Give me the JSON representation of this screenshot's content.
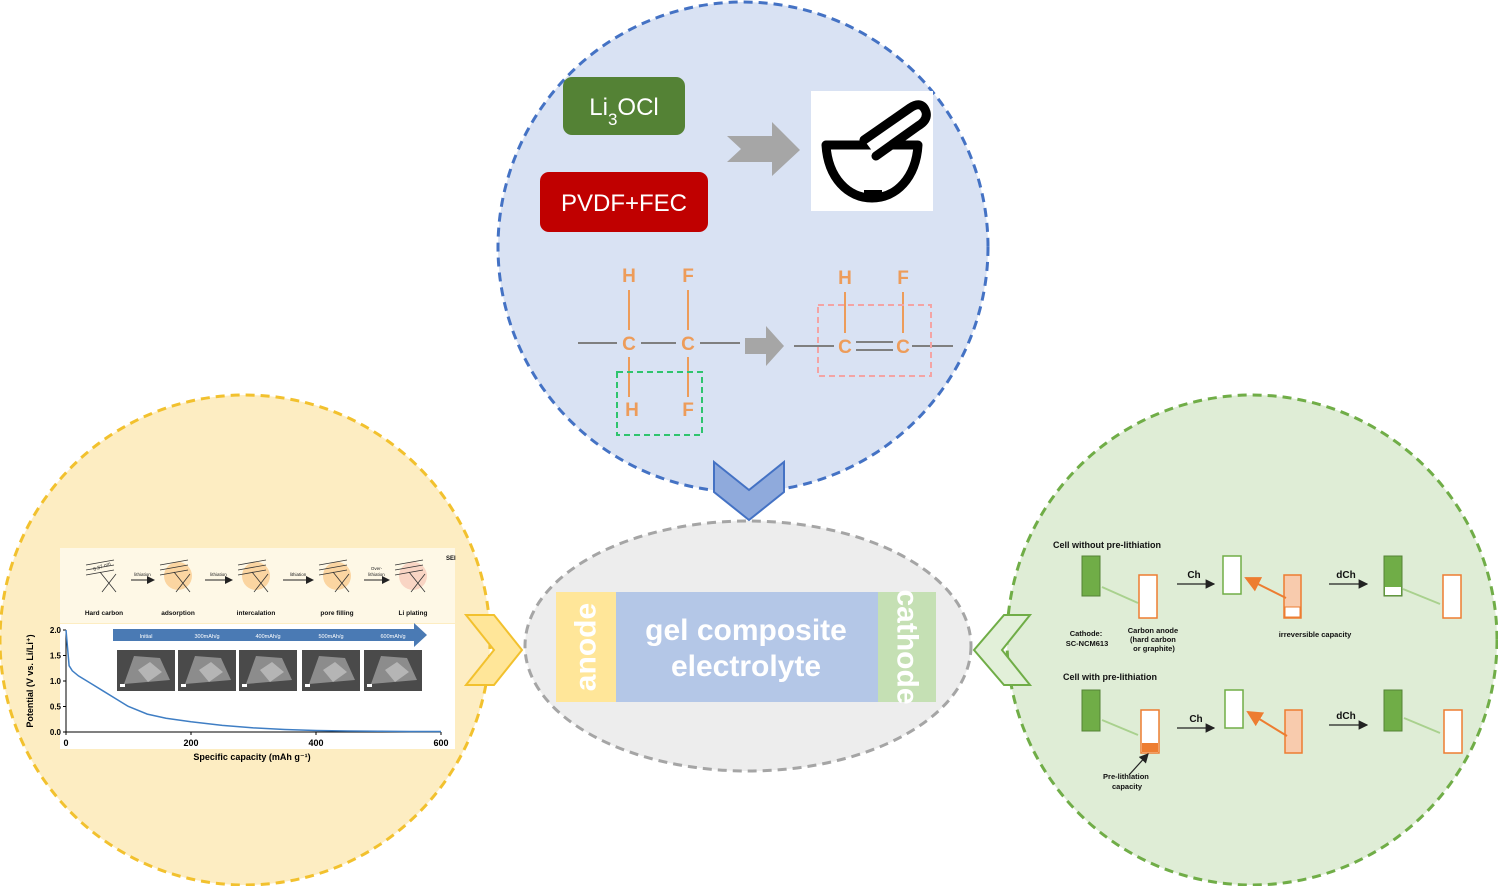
{
  "colors": {
    "blue_circle_fill": "#d9e2f3",
    "blue_circle_stroke": "#4472c4",
    "yellow_circle_fill": "#fdedc2",
    "yellow_circle_stroke": "#f2c12e",
    "green_circle_fill": "#dfedd6",
    "green_circle_stroke": "#70ad47",
    "center_fill": "#ededed",
    "center_stroke": "#a5a5a5",
    "orange": "#ed9c5a",
    "li3ocl_box": "#548235",
    "pvdf_box": "#c00000",
    "anode_bar": "#ffe699",
    "electrolyte_bar": "#b4c7e7",
    "cathode_bar": "#c5e0b4"
  },
  "synthesis": {
    "li3ocl_main": "Li",
    "li3ocl_sub": "3",
    "li3ocl_rest": "OCl",
    "pvdf_label": "PVDF+FEC",
    "mortar_icon": "mortar-and-pestle-icon",
    "atoms": {
      "h_top": "H",
      "f_top": "F",
      "c_left": "C",
      "c_right": "C",
      "h_bottom": "H",
      "f_bottom": "F",
      "h_top_product": "H",
      "f_top_product": "F",
      "c_left_product": "C",
      "c_right_product": "C"
    }
  },
  "center": {
    "anode": "anode",
    "electrolyte_line1": "gel composite",
    "electrolyte_line2": "electrolyte",
    "cathode": "cathode"
  },
  "hard_carbon": {
    "stages": [
      "Hard carbon",
      "adsorption",
      "intercalation",
      "pore filling",
      "Li plating"
    ],
    "arrow_labels": [
      "lithiation",
      "lithiation",
      "lithiation",
      "Over-\nlithiation"
    ],
    "dimension_label": "0.37 nm",
    "sei_label": "SEI",
    "capacity_banner": [
      "Initial",
      "300mAh/g",
      "400mAh/g",
      "500mAh/g",
      "600mAh/g"
    ]
  },
  "chart_data": {
    "type": "line",
    "title": "",
    "xlabel": "Specific capacity (mAh g⁻¹)",
    "ylabel": "Potential (V vs. Li/Li⁺)",
    "xlim": [
      0,
      600
    ],
    "ylim": [
      0,
      2.0
    ],
    "xticks": [
      "0",
      "200",
      "400",
      "600"
    ],
    "yticks": [
      "0.0",
      "0.5",
      "1.0",
      "1.5",
      "2.0"
    ],
    "series": [
      {
        "x": [
          0,
          5,
          10,
          20,
          40,
          60,
          80,
          100,
          130,
          160,
          200,
          250,
          300,
          350,
          400,
          450,
          500,
          550,
          600
        ],
        "y": [
          2.0,
          1.3,
          1.2,
          1.1,
          0.95,
          0.8,
          0.65,
          0.5,
          0.35,
          0.27,
          0.2,
          0.13,
          0.08,
          0.05,
          0.03,
          0.02,
          0.015,
          0.01,
          0.01
        ]
      }
    ]
  },
  "prelithiation": {
    "without_title": "Cell without pre-lithiation",
    "with_title": "Cell with pre-lithiation",
    "cathode_label": "Cathode:\nSC-NCM613",
    "anode_label": "Carbon anode\n(hard carbon\nor graphite)",
    "charge": "Ch",
    "discharge": "dCh",
    "irreversible": "irreversible capacity",
    "prelith_capacity": "Pre-lithiation\ncapacity"
  }
}
